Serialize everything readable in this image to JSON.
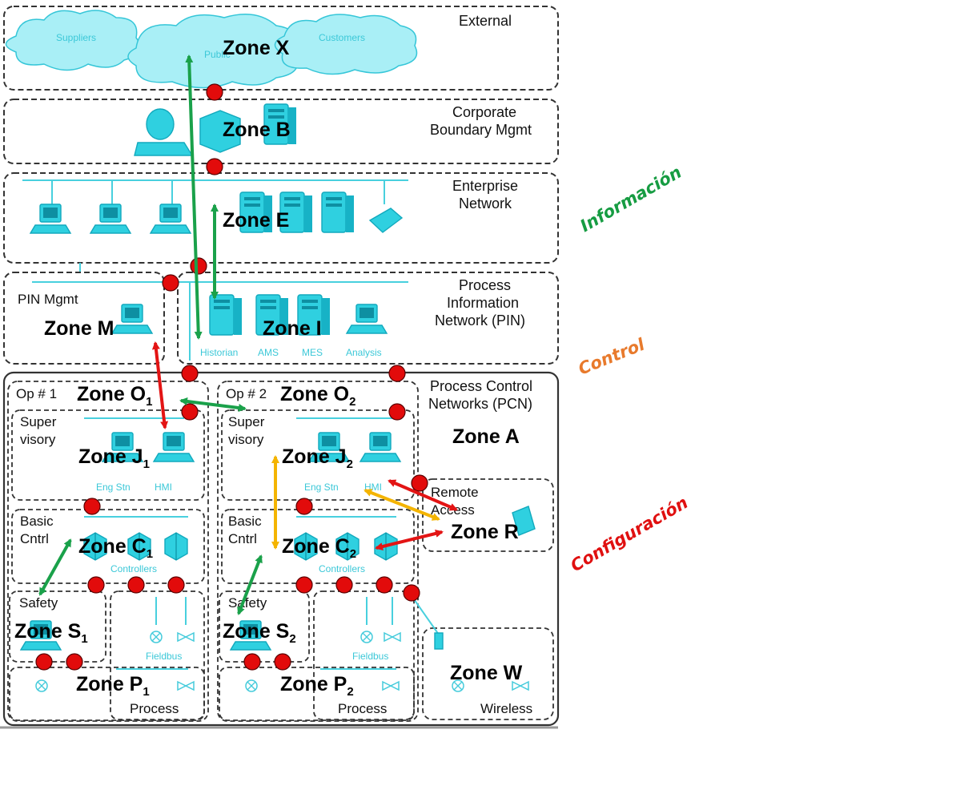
{
  "tiers": {
    "external": "External",
    "corporate": "Corporate\nBoundary Mgmt",
    "enterprise": "Enterprise\nNetwork",
    "pin": "Process\nInformation\nNetwork (PIN)",
    "pcn": "Process Control\nNetworks (PCN)"
  },
  "clouds": {
    "suppliers": "Suppliers",
    "customers": "Customers",
    "public": "Public"
  },
  "zones": {
    "x": "Zone X",
    "b": "Zone B",
    "e": "Zone E",
    "m": "Zone M",
    "i": "Zone I",
    "o1": "Zone O",
    "o1_sub": "1",
    "o2": "Zone O",
    "o2_sub": "2",
    "a": "Zone A",
    "j1": "Zone J",
    "j1_sub": "1",
    "j2": "Zone J",
    "j2_sub": "2",
    "c1": "Zone C",
    "c1_sub": "1",
    "c2": "Zone C",
    "c2_sub": "2",
    "s1": "Zone S",
    "s1_sub": "1",
    "s2": "Zone S",
    "s2_sub": "2",
    "p1": "Zone P",
    "p1_sub": "1",
    "p2": "Zone P",
    "p2_sub": "2",
    "r": "Zone R",
    "w": "Zone W"
  },
  "labels": {
    "pin_mgmt": "PIN Mgmt",
    "op1": "Op # 1",
    "op2": "Op # 2",
    "supervisory_1": "Super",
    "supervisory_2": "visory",
    "basic_1": "Basic",
    "basic_2": "Cntrl",
    "safety": "Safety",
    "process": "Process",
    "wireless": "Wireless",
    "remote_1": "Remote",
    "remote_2": "Access"
  },
  "device_labels": {
    "historian": "Historian",
    "ams": "AMS",
    "mes": "MES",
    "analysis": "Analysis",
    "eng_stn": "Eng Stn",
    "hmi": "HMI",
    "controllers": "Controllers",
    "fieldbus": "Fieldbus"
  },
  "legend": {
    "informacion": {
      "text": "Información",
      "color": "#169c42"
    },
    "control": {
      "text": "Control",
      "color": "#e87a2c"
    },
    "configuracion": {
      "text": "Configuración",
      "color": "#e01010"
    }
  },
  "arrow_colors": {
    "green": "#1aa14a",
    "red": "#e31414",
    "yellow": "#f4b400"
  },
  "conduit_color": "#e20b0b",
  "device_color": "#2fd0e0"
}
